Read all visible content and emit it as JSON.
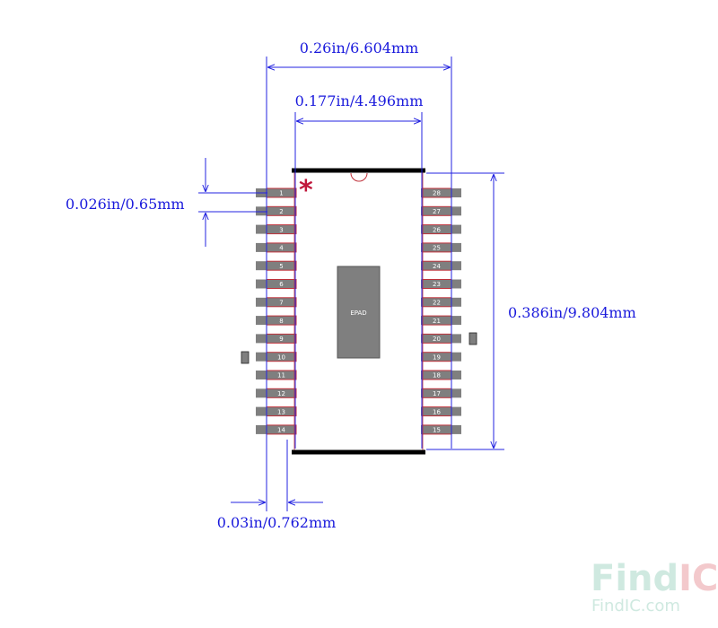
{
  "dimensions": {
    "total_width": "0.26in/6.604mm",
    "body_width": "0.177in/4.496mm",
    "pitch": "0.026in/0.65mm",
    "height": "0.386in/9.804mm",
    "pad_width": "0.03in/0.762mm"
  },
  "pins_left": [
    "1",
    "2",
    "3",
    "4",
    "5",
    "6",
    "7",
    "8",
    "9",
    "10",
    "11",
    "12",
    "13",
    "14"
  ],
  "pins_right": [
    "28",
    "27",
    "26",
    "25",
    "24",
    "23",
    "22",
    "21",
    "20",
    "19",
    "18",
    "17",
    "16",
    "15"
  ],
  "epad_label": "EPAD",
  "pin1_marker": "*",
  "watermark": {
    "logo_prefix": "Find",
    "logo_suffix": "IC",
    "url": "FindIC.com"
  },
  "colors": {
    "dimension": "#2323e0",
    "pad": "#7f7f7f",
    "pin_outline": "#c0333c",
    "body_outline": "#000000",
    "marker": "#c0183c"
  }
}
